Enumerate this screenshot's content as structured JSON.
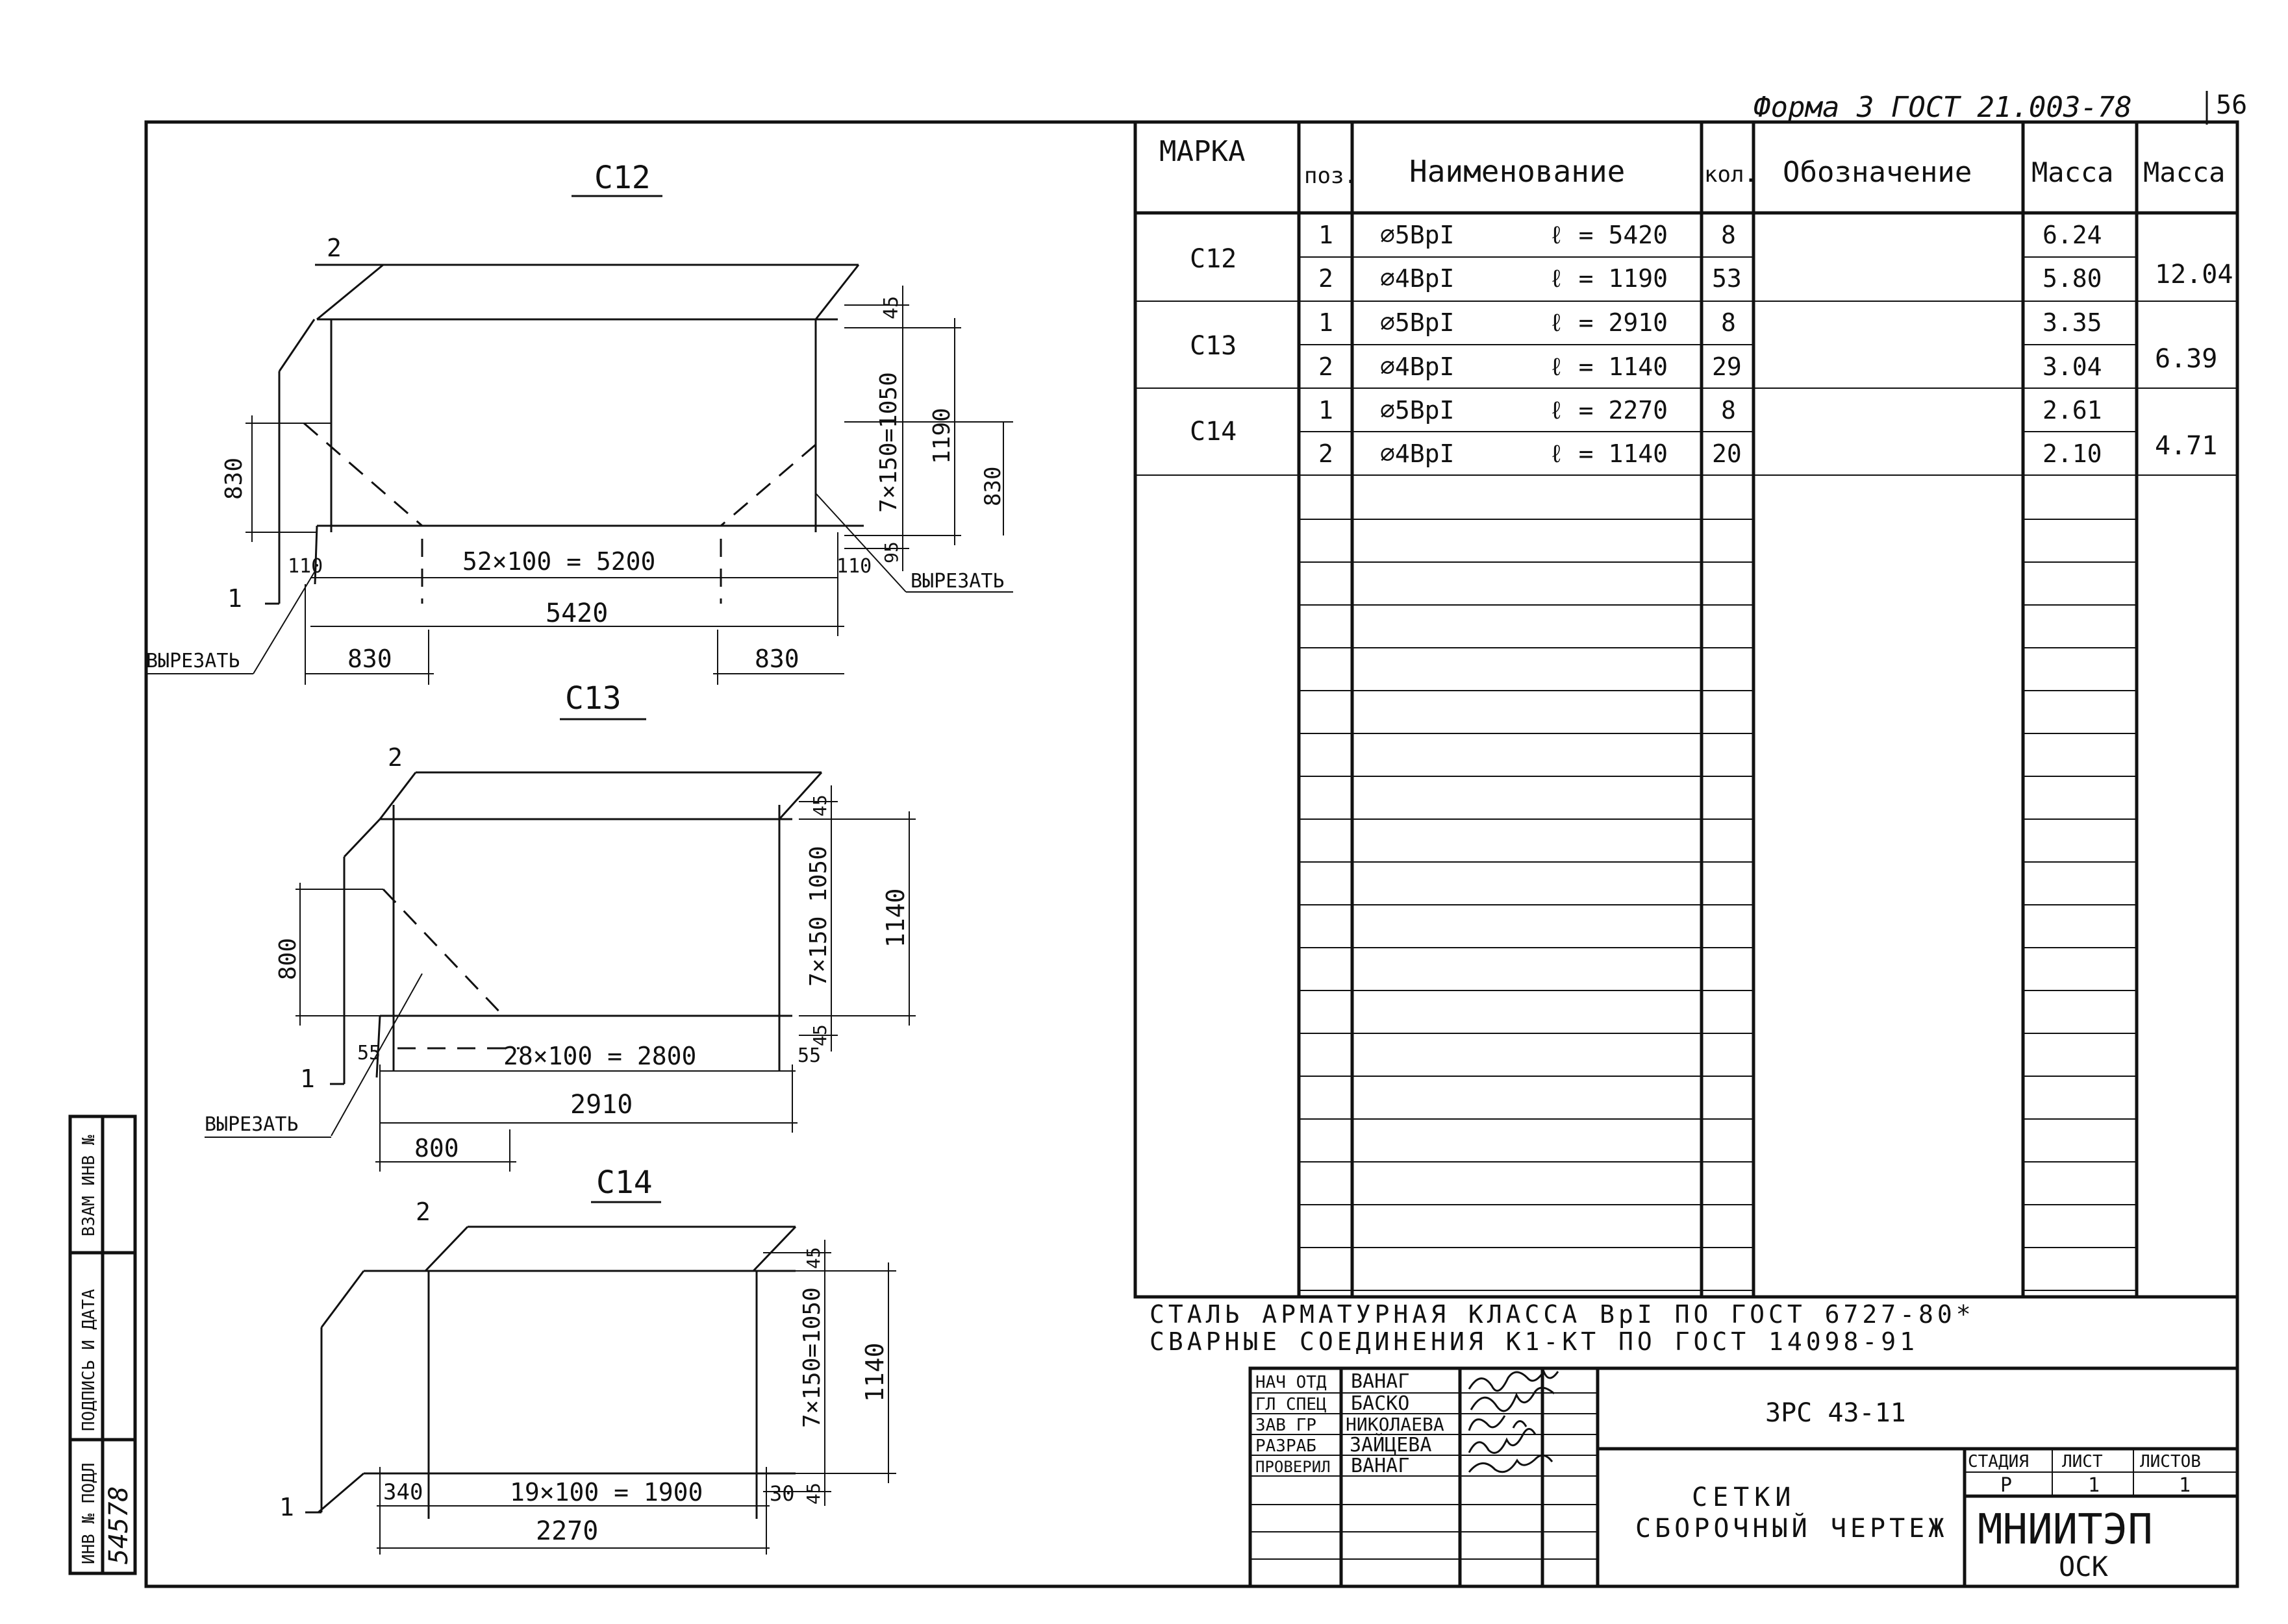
{
  "header": {
    "form_label": "Форма 3 ГОСТ 21.003-78",
    "page_number": "56"
  },
  "spec_table": {
    "headers": {
      "mark": "МАРКА",
      "pos": "поз.",
      "name": "Наименование",
      "qty": "кол.",
      "designation": "Обозначение",
      "mass1": "Масса",
      "mass2": "Масса"
    },
    "groups": [
      {
        "mark": "С12",
        "total": "12.04",
        "rows": [
          {
            "pos": "1",
            "bar": "⌀5BpI",
            "length": "ℓ = 5420",
            "qty": "8",
            "mass": "6.24"
          },
          {
            "pos": "2",
            "bar": "⌀4BpI",
            "length": "ℓ = 1190",
            "qty": "53",
            "mass": "5.80"
          }
        ]
      },
      {
        "mark": "С13",
        "total": "6.39",
        "rows": [
          {
            "pos": "1",
            "bar": "⌀5BpI",
            "length": "ℓ = 2910",
            "qty": "8",
            "mass": "3.35"
          },
          {
            "pos": "2",
            "bar": "⌀4BpI",
            "length": "ℓ = 1140",
            "qty": "29",
            "mass": "3.04"
          }
        ]
      },
      {
        "mark": "С14",
        "total": "4.71",
        "rows": [
          {
            "pos": "1",
            "bar": "⌀5BpI",
            "length": "ℓ = 2270",
            "qty": "8",
            "mass": "2.61"
          },
          {
            "pos": "2",
            "bar": "⌀4BpI",
            "length": "ℓ = 1140",
            "qty": "20",
            "mass": "2.10"
          }
        ]
      }
    ]
  },
  "notes": {
    "line1": "СТАЛЬ АРМАТУРНАЯ КЛАССА BpI ПО ГОСТ 6727-80*",
    "line2": "СВАРНЫЕ СОЕДИНЕНИЯ К1-КТ ПО ГОСТ 14098-91"
  },
  "title_block": {
    "code": "3РС 43-11",
    "title_line1": "СЕТКИ",
    "title_line2": "СБОРОЧНЫЙ ЧЕРТЕЖ",
    "org": "МНИИТЭП",
    "org_sub": "ОСК",
    "stage_header": "СТАДИЯ",
    "sheet_header": "ЛИСТ",
    "sheets_header": "ЛИСТОВ",
    "stage": "Р",
    "sheet": "1",
    "sheets": "1",
    "staff": [
      {
        "role": "НАЧ ОТД",
        "name": "ВАНАГ"
      },
      {
        "role": "ГЛ СПЕЦ",
        "name": "БАСКО"
      },
      {
        "role": "ЗАВ ГР",
        "name": "НИКОЛАЕВА"
      },
      {
        "role": "РАЗРАБ",
        "name": "ЗАЙЦЕВА"
      },
      {
        "role": "ПРОВЕРИЛ",
        "name": "ВАНАГ"
      }
    ]
  },
  "side_stamp": {
    "inv_podl": "ИНВ № ПОДЛ",
    "signature_date": "ПОДПИСЬ И ДАТА",
    "vzam_inv": "ВЗАМ ИНВ №",
    "inv_value": "54578"
  },
  "drawings": {
    "c12": {
      "title": "С12",
      "pos_top": "2",
      "pos_bottom": "1",
      "dim_spacing": "52×100 = 5200",
      "dim_total": "5420",
      "dim_left_cut": "830",
      "dim_right_cut": "830",
      "dim_end_left": "110",
      "dim_end_right": "110",
      "dim_height_side": "830",
      "dim_height_right": "830",
      "dim_vert_spacing": "7×150=1050",
      "dim_vert_total": "1190",
      "dim_top": "45",
      "dim_bottom": "95",
      "cut_left": "ВЫРЕЗАТЬ",
      "cut_right": "ВЫРЕЗАТЬ"
    },
    "c13": {
      "title": "С13",
      "pos_top": "2",
      "pos_bottom": "1",
      "dim_spacing": "28×100 = 2800",
      "dim_total": "2910",
      "dim_left_cut": "800",
      "dim_end_left": "55",
      "dim_end_right": "55",
      "dim_height_side": "800",
      "dim_vert_spacing": "7×150  1050",
      "dim_vert_total": "1140",
      "dim_top": "45",
      "dim_bottom": "45",
      "cut_label": "ВЫРЕЗАТЬ"
    },
    "c14": {
      "title": "С14",
      "pos_top": "2",
      "pos_bottom": "1",
      "dim_spacing": "19×100 = 1900",
      "dim_total": "2270",
      "dim_end_left": "340",
      "dim_end_right": "30",
      "dim_vert_spacing": "7×150=1050",
      "dim_vert_total": "1140",
      "dim_top": "45",
      "dim_bottom": "45"
    }
  }
}
